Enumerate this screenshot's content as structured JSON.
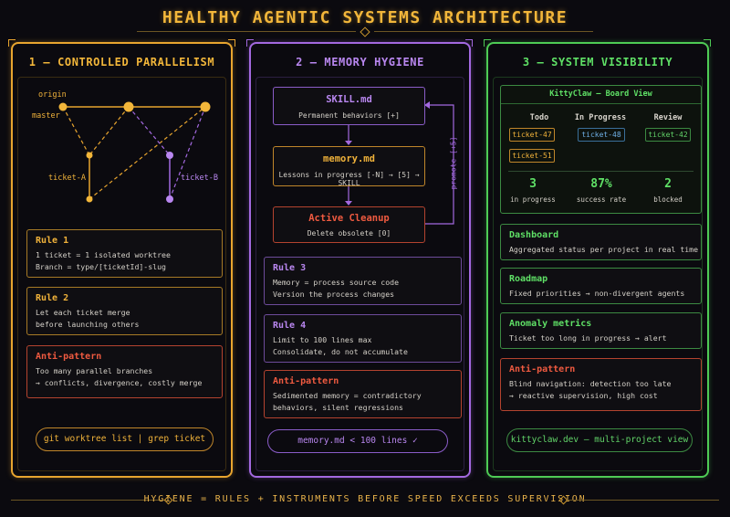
{
  "title": "HEALTHY AGENTIC SYSTEMS ARCHITECTURE",
  "footer": "HYGIENE = RULES + INSTRUMENTS BEFORE SPEED EXCEEDS SUPERVISION",
  "colors": {
    "amber": "#e8a52f",
    "purple": "#a369e0",
    "green": "#4ecb55",
    "red": "#ef5a40",
    "blue": "#6fb0e6"
  },
  "panel1": {
    "heading": "1 — CONTROLLED PARALLELISM",
    "graph": {
      "origin": "origin",
      "master": "master",
      "ticket_a": "ticket-A",
      "ticket_b": "ticket-B"
    },
    "rule1": {
      "title": "Rule 1",
      "line1": "1 ticket = 1 isolated worktree",
      "line2": "Branch = type/[ticketId]-slug"
    },
    "rule2": {
      "title": "Rule 2",
      "line1": "Let each ticket merge",
      "line2": "before launching others"
    },
    "anti": {
      "title": "Anti-pattern",
      "line1": "Too many parallel branches",
      "line2": "→ conflicts, divergence, costly merge"
    },
    "command": "git worktree list | grep ticket"
  },
  "panel2": {
    "heading": "2 — MEMORY HYGIENE",
    "skill": {
      "title": "SKILL.md",
      "sub": "Permanent behaviors [+]"
    },
    "memory": {
      "title": "memory.md",
      "sub": "Lessons in progress [-N] → [5] → SKILL"
    },
    "cleanup": {
      "title": "Active Cleanup",
      "sub": "Delete obsolete [0]"
    },
    "promote": "promote [+5]",
    "rule3": {
      "title": "Rule 3",
      "line1": "Memory = process source code",
      "line2": "Version the process changes"
    },
    "rule4": {
      "title": "Rule 4",
      "line1": "Limit to 100 lines max",
      "line2": "Consolidate, do not accumulate"
    },
    "anti": {
      "title": "Anti-pattern",
      "line1": "Sedimented memory = contradictory",
      "line2": "behaviors, silent regressions"
    },
    "badge": "memory.md < 100 lines ✓"
  },
  "panel3": {
    "heading": "3 — SYSTEM VISIBILITY",
    "board": {
      "title": "KittyClaw — Board View",
      "columns": [
        "Todo",
        "In Progress",
        "Review"
      ],
      "todo": [
        "ticket-47",
        "ticket-51"
      ],
      "in_progress": [
        "ticket-48"
      ],
      "review": [
        "ticket-42"
      ],
      "stats": [
        {
          "value": "3",
          "label": "in progress"
        },
        {
          "value": "87%",
          "label": "success rate"
        },
        {
          "value": "2",
          "label": "blocked"
        }
      ]
    },
    "dashboard": {
      "title": "Dashboard",
      "line1": "Aggregated status per project in real time"
    },
    "roadmap": {
      "title": "Roadmap",
      "line1": "Fixed priorities → non-divergent agents"
    },
    "anomaly": {
      "title": "Anomaly metrics",
      "line1": "Ticket too long in progress → alert"
    },
    "anti": {
      "title": "Anti-pattern",
      "line1": "Blind navigation: detection too late",
      "line2": "→ reactive supervision, high cost"
    },
    "link": "kittyclaw.dev — multi-project view"
  }
}
